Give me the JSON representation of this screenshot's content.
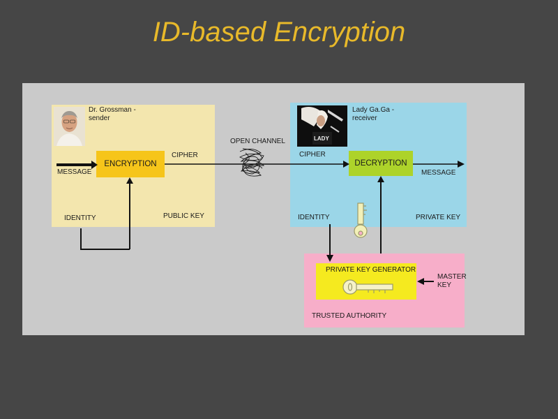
{
  "slide": {
    "title": "ID-based Encryption"
  },
  "sender": {
    "name_line1": "Dr. Grossman -",
    "name_line2": "sender",
    "message": "MESSAGE",
    "encryption": "ENCRYPTION",
    "cipher": "CIPHER",
    "identity": "IDENTITY",
    "public_key": "PUBLIC KEY"
  },
  "channel": {
    "label": "OPEN CHANNEL"
  },
  "receiver": {
    "name_line1": "Lady Ga.Ga -",
    "name_line2": "receiver",
    "cipher": "CIPHER",
    "decryption": "DECRYPTION",
    "message": "MESSAGE",
    "identity": "IDENTITY",
    "private_key": "PRIVATE KEY",
    "photo_text": "LADY"
  },
  "authority": {
    "generator": "PRIVATE KEY GENERATOR",
    "master_line1": "MASTER",
    "master_line2": "KEY",
    "trusted": "TRUSTED AUTHORITY"
  },
  "colors": {
    "background": "#464646",
    "title": "#e8b92a",
    "canvas": "#cacaca",
    "sender_panel": "#f3e6ae",
    "receiver_panel": "#9bd6e8",
    "authority_panel": "#f7aec9",
    "encryption_box": "#f6c51a",
    "decryption_box": "#add32a",
    "generator_box": "#f5ea1f"
  }
}
